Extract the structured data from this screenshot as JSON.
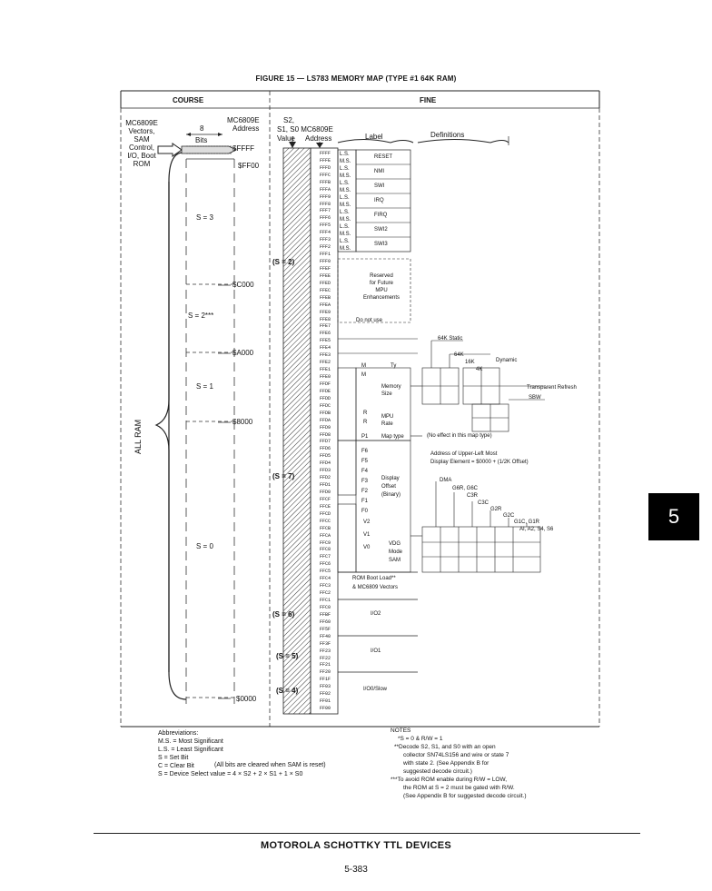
{
  "figure_title": "FIGURE 15 — LS783 MEMORY MAP (TYPE #1 64K RAM)",
  "headers": {
    "course": "COURSE",
    "fine": "FINE"
  },
  "course": {
    "source_lines": [
      "MC6809E",
      "Vectors,",
      "SAM",
      "Control,",
      "I/O, Boot",
      "ROM"
    ],
    "bits_label": "8",
    "bits_word": "Bits",
    "mc_address": [
      "MC6809E",
      "Address"
    ],
    "addr_ffff": "$FFFF",
    "addr_ff00": "$FF00",
    "addr_c000": "$C000",
    "addr_a000": "$A000",
    "addr_8000": "$8000",
    "addr_0000": "$0000",
    "s3": "S = 3",
    "s2": "S = 2***",
    "s1": "S = 1",
    "s0": "S = 0",
    "all_ram": "ALL RAM"
  },
  "fine": {
    "head_s2": "S2,",
    "head_s1": "S1, S0 MC6809E",
    "head_value": "Value",
    "head_address": "Address",
    "head_label": "Label",
    "head_definitions": "Definitions",
    "s_eq_2": "(S = 2)",
    "s_eq_7": "(S = 7)",
    "s_eq_6": "(S = 6)",
    "s_eq_5": "(S = 5)",
    "s_eq_4": "(S = 4)",
    "vectors": [
      {
        "ms": "L.S.",
        "def": "RESET"
      },
      {
        "ms": "M.S.",
        "def": ""
      },
      {
        "ms": "L.S.",
        "def": "NMI"
      },
      {
        "ms": "M.S.",
        "def": ""
      },
      {
        "ms": "L.S.",
        "def": "SWI"
      },
      {
        "ms": "M.S.",
        "def": ""
      },
      {
        "ms": "L.S.",
        "def": "IRQ"
      },
      {
        "ms": "M.S.",
        "def": ""
      },
      {
        "ms": "L.S.",
        "def": "FIRQ"
      },
      {
        "ms": "M.S.",
        "def": ""
      },
      {
        "ms": "L.S.",
        "def": "SWI2"
      },
      {
        "ms": "M.S.",
        "def": ""
      },
      {
        "ms": "L.S.",
        "def": "SWI3"
      },
      {
        "ms": "M.S.",
        "def": ""
      }
    ],
    "reserved": [
      "Reserved",
      "for Future",
      "MPU",
      "Enhancements"
    ],
    "do_not_use": "Do not use",
    "ty": "Ty",
    "mem_size_labels": [
      "M",
      "M",
      "Memory",
      "Size"
    ],
    "mpu_rate": [
      "R",
      "R",
      "MPU",
      "Rate"
    ],
    "p1": "P1",
    "map_type": "Map type",
    "f_labels": [
      "F6",
      "F5",
      "F4",
      "F3",
      "F2",
      "F1",
      "F0"
    ],
    "display_offset": [
      "Display",
      "Offset",
      "(Binary)"
    ],
    "v_labels": [
      "V2",
      "V1",
      "V0"
    ],
    "vdg_mode": [
      "VDG",
      "Mode",
      "SAM"
    ],
    "rom_boot": "ROM Boot Load**",
    "mc6809_vectors": "& MC6809 Vectors",
    "io2": "I/O2",
    "io1": "I/O1",
    "io0": "I/O0/Slow",
    "k64_static": "64K Static",
    "k64_dynamic": "64K",
    "k16": "16K",
    "k4": "4K",
    "dynamic": "Dynamic",
    "transparent_refresh": "Transparent Refresh",
    "sbw": "SBW",
    "no_effect": "(No effect in this map type)",
    "address_upper_left": "Address of Upper-Left Most",
    "display_element": "Display Element = $0000 + (1/2K Offset)",
    "dma": "DMA",
    "g6r_g6c": "G6R, G6C",
    "c3r": "C3R",
    "c3c": "C3C",
    "g2r": "G2R",
    "g2c": "G2C",
    "g1c_g1r": "G1C, G1R",
    "alpha": "AI, A2, S4, S6"
  },
  "abbreviations": {
    "title": "Abbreviations:",
    "items": [
      "M.S. = Most Significant",
      "L.S. = Least Significant",
      "S = Set Bit",
      "C = Clear Bit",
      "S = Device Select value = 4 × S2 + 2 × S1 + 1 × S0"
    ],
    "cleared_note": "(All bits are cleared when SAM is reset)"
  },
  "notes": {
    "title": "NOTES",
    "items": [
      "*S = 0 & R/W = 1",
      "**Decode S2, S1, and S0 with an open",
      "collector SN74LS156 and wire or state 7",
      "with state 2. (See Appendix B for",
      "suggested decode circuit.)",
      "***To avoid ROM enable during R/W = LOW,",
      "the ROM at S = 2 must be gated with R/W.",
      "(See Appendix B for suggested decode circuit.)"
    ]
  },
  "addresses": [
    "FFFF",
    "FFFE",
    "FFFD",
    "FFFC",
    "FFFB",
    "FFFA",
    "FFF9",
    "FFF8",
    "FFF7",
    "FFF6",
    "FFF5",
    "FFF4",
    "FFF3",
    "FFF2",
    "FFF1",
    "FFF0",
    "FFEF",
    "FFEE",
    "FFED",
    "FFEC",
    "FFEB",
    "FFEA",
    "FFE9",
    "FFE8",
    "FFE7",
    "FFE6",
    "FFE5",
    "FFE4",
    "FFE3",
    "FFE2",
    "FFE1",
    "FFE0",
    "FFDF",
    "FFDE",
    "FFDD",
    "FFDC",
    "FFDB",
    "FFDA",
    "FFD9",
    "FFD8",
    "FFD7",
    "FFD6",
    "FFD5",
    "FFD4",
    "FFD3",
    "FFD2",
    "FFD1",
    "FFD0",
    "FFCF",
    "FFCE",
    "FFCD",
    "FFCC",
    "FFCB",
    "FFCA",
    "FFC9",
    "FFC8",
    "FFC7",
    "FFC6",
    "FFC5",
    "FFC4",
    "FFC3",
    "FFC2",
    "FFC1",
    "FFC0",
    "FFBF",
    "FF60",
    "FF5F",
    "FF40",
    "FF3F",
    "FF23",
    "FF22",
    "FF21",
    "FF20",
    "FF1F",
    "FF03",
    "FF02",
    "FF01",
    "FF00"
  ],
  "tab_number": "5",
  "footer_title": "MOTOROLA SCHOTTKY TTL DEVICES",
  "page_number": "5-383"
}
